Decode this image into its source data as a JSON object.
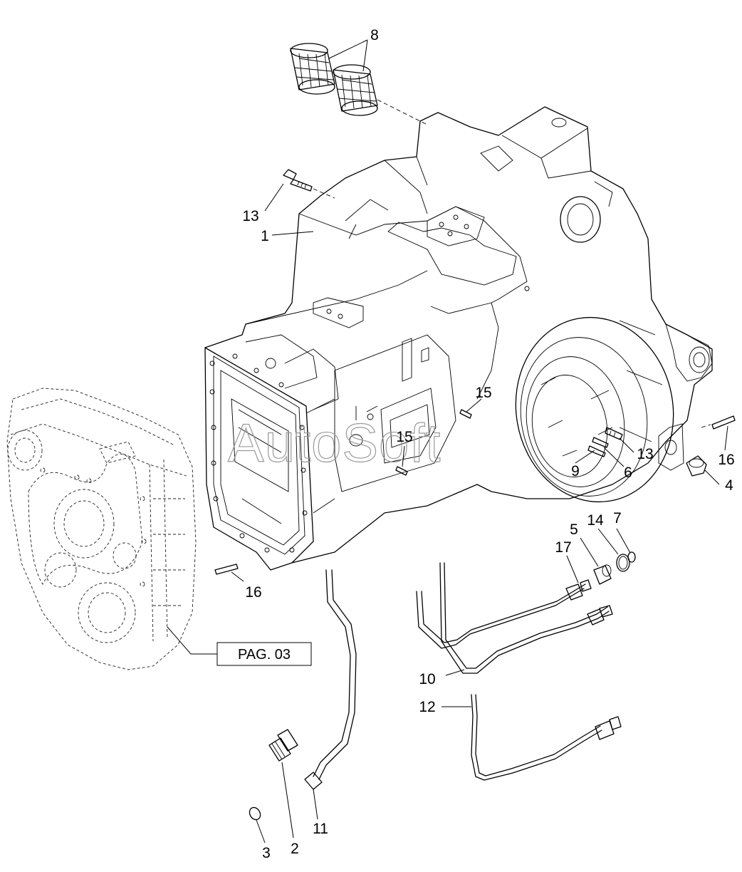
{
  "diagram": {
    "watermark": "AutoSoft",
    "reference_label": "PAG. 03",
    "callouts": {
      "c1": "1",
      "c2": "2",
      "c3": "3",
      "c4": "4",
      "c5": "5",
      "c6": "6",
      "c7": "7",
      "c8": "8",
      "c9": "9",
      "c10": "10",
      "c11": "11",
      "c12": "12",
      "c13a": "13",
      "c13b": "13",
      "c14": "14",
      "c15a": "15",
      "c15b": "15",
      "c16a": "16",
      "c16b": "16",
      "c17": "17"
    }
  }
}
